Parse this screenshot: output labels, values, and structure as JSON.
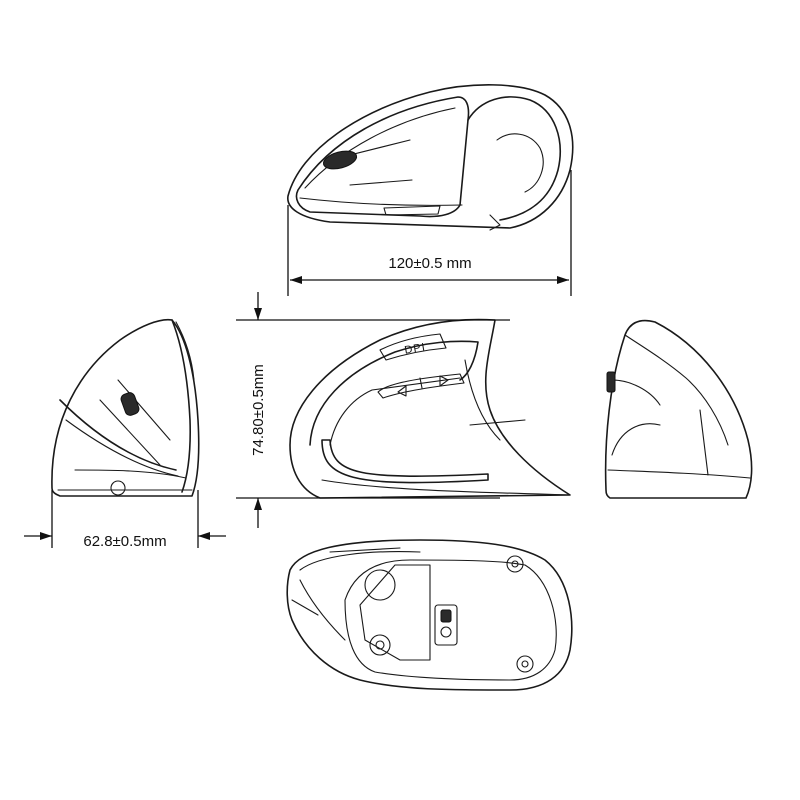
{
  "dimensions": {
    "length": "120±0.5 mm",
    "height": "74.80±0.5mm",
    "width": "62.8±0.5mm"
  },
  "buttons": {
    "dpi_label": "DPI"
  }
}
